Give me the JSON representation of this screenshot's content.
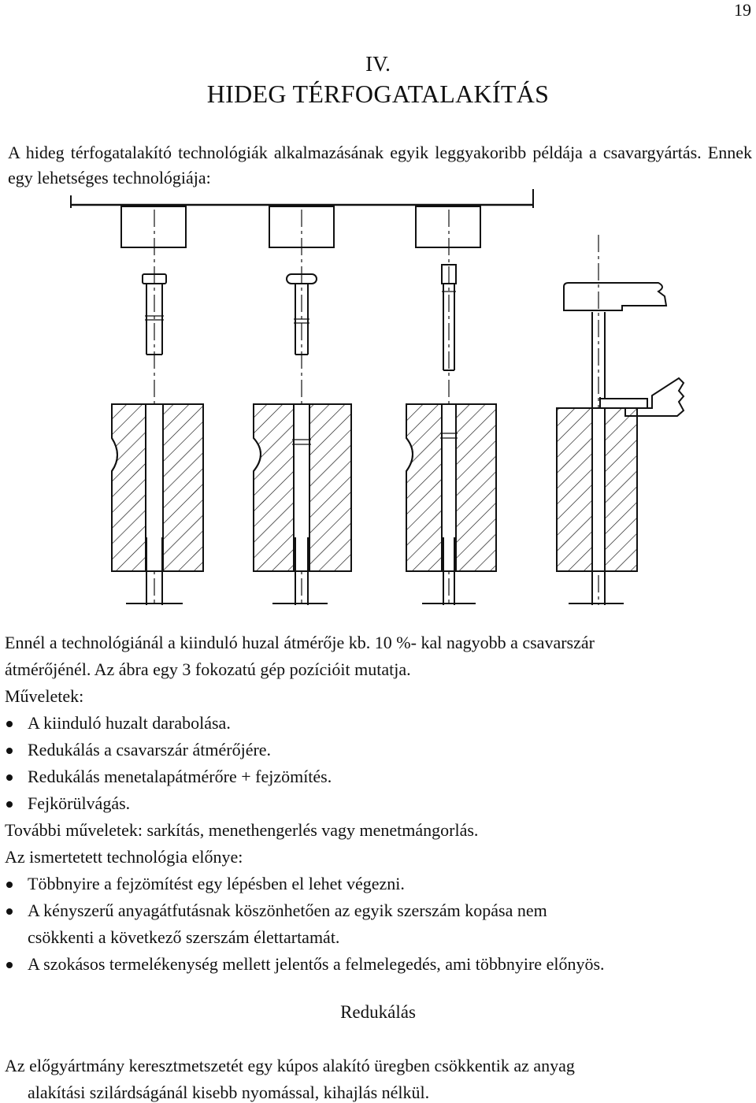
{
  "page_number": "19",
  "chapter": {
    "number": "IV.",
    "title": "HIDEG TÉRFOGATALAKÍTÁS"
  },
  "intro": "A hideg térfogatalakító technológiák alkalmazásának egyik leggyakoribb példája a csavargyártás. Ennek egy lehetséges technológiája:",
  "body": {
    "paragraph_line1": "Ennél a technológiánál a kiinduló huzal átmérője kb. 10 %- kal nagyobb a csavarszár",
    "paragraph_line2": "átmérőjénél. Az ábra egy 3 fokozatú gép pozícióit mutatja.",
    "operations_heading": "Műveletek:",
    "operations": [
      "A kiinduló huzalt darabolása.",
      "Redukálás a csavarszár átmérőjére.",
      "Redukálás menetalapátmérőre + fejzömítés.",
      "Fejkörülvágás."
    ],
    "further_operations": "További műveletek: sarkítás, menethengerlés vagy menetmángorlás.",
    "advantages_heading": "Az ismertetett technológia előnye:",
    "advantages": [
      {
        "line1": "Többnyire a fejzömítést egy lépésben el lehet végezni.",
        "line2": ""
      },
      {
        "line1": "A kényszerű anyagátfutásnak köszönhetően az egyik szerszám kopása nem",
        "line2": "csökkenti a következő szerszám élettartamát."
      },
      {
        "line1": "A szokásos termelékenység mellett jelentős a felmelegedés, ami többnyire előnyös.",
        "line2": ""
      }
    ]
  },
  "section_title": "Redukálás",
  "closing": {
    "line1": "Az előgyártmány keresztmetszetét egy kúpos alakító üregben csökkentik az anyag",
    "line2": "alakítási szilárdságánál kisebb nyomással, kihajlás nélkül."
  }
}
